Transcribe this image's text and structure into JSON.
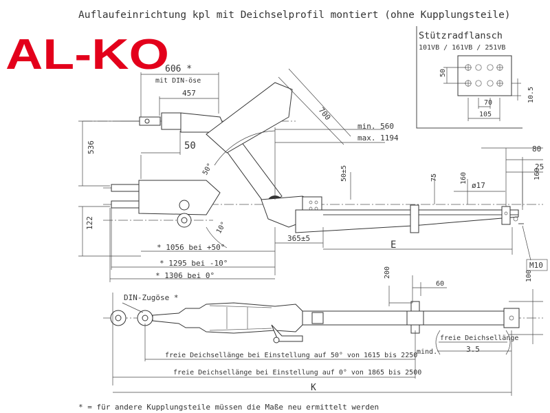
{
  "title": "Auflaufeinrichtung kpl mit Deichselprofil montiert (ohne Kupplungsteile)",
  "brand": {
    "logo": "AL-KO",
    "color": "#e3001b"
  },
  "flange": {
    "title": "Stützradflansch",
    "models": "101VB / 161VB / 251VB",
    "dims": [
      "50",
      "70",
      "105",
      "10.5"
    ]
  },
  "side_view": {
    "dims": {
      "d606": "606 *",
      "din_oese": "mit DIN-öse",
      "d457": "457",
      "d700": "700",
      "d50": "50",
      "d536": "536",
      "d122": "122",
      "angle50": "50°",
      "angle10": "10°",
      "d50pm5": "50±5",
      "min560": "min.  560",
      "max1194": "max. 1194",
      "d75": "75",
      "d160a": "160",
      "d17": "ø17",
      "d80": "80",
      "d25": "25",
      "d160b": "160",
      "d365": "365±5",
      "e": "E",
      "m10": "M10",
      "d1056": "* 1056 bei +50°",
      "d1295": "* 1295 bei -10°",
      "d1306": "* 1306 bei 0°"
    }
  },
  "top_view": {
    "dims": {
      "din_zug": "DIN-Zugöse *",
      "d200": "200",
      "d60": "60",
      "d100": "100",
      "freie_label": "freie Deichsellänge",
      "mind": "mind.",
      "mind_val": "3.5",
      "freie50": "freie Deichsellänge bei Einstellung auf 50° von 1615 bis 2250",
      "freie0": "freie Deichsellänge bei Einstellung auf 0° von 1865 bis 2500",
      "k": "K"
    }
  },
  "footnote": "* = für andere Kupplungsteile müssen die Maße neu ermittelt werden"
}
